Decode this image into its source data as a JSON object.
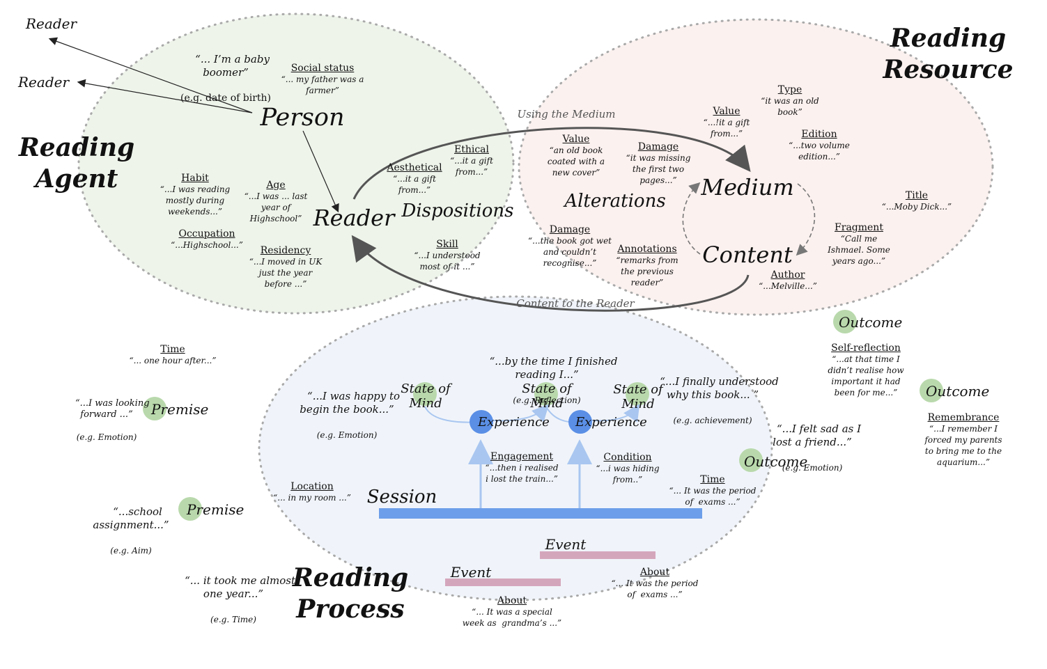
{
  "titles": {
    "agent": "Reading\nAgent",
    "resource": "Reading\nResource",
    "process": "Reading\nProcess"
  },
  "agent": {
    "reader_top1": "Reader",
    "reader_top2": "Reader",
    "person": "Person",
    "reader": "Reader",
    "dispositions": "Dispositions",
    "baby_boomer": {
      "quote": "“... I’m a baby\nboomer”",
      "note": "(e.g. date of birth)"
    },
    "social_status": {
      "header": "Social status",
      "example": "“... my father was a\nfarmer”"
    },
    "habit": {
      "header": "Habit",
      "example": "“...I was reading\nmostly during\nweekends...”"
    },
    "age": {
      "header": "Age",
      "example": "“...I was ... last\nyear of\nHighschool”"
    },
    "occupation": {
      "header": "Occupation",
      "example": "“...Highschool...”"
    },
    "residency": {
      "header": "Residency",
      "example": "“...I moved in UK\njust the year\nbefore ...”"
    },
    "aesthetical": {
      "header": "Aesthetical",
      "example": "“...it a gift\nfrom...”"
    },
    "ethical": {
      "header": "Ethical",
      "example": "“...it a gift\nfrom...”"
    },
    "skill": {
      "header": "Skill",
      "example": "“...I understood\nmost of it ...”"
    }
  },
  "resource": {
    "medium": "Medium",
    "content": "Content",
    "alterations": "Alterations",
    "type": {
      "header": "Type",
      "example": "“it was an old\nbook”"
    },
    "value_top": {
      "header": "Value",
      "example": "“...!it a gift\nfrom...”"
    },
    "edition": {
      "header": "Edition",
      "example": "“...two volume\nedition...”"
    },
    "value": {
      "header": "Value",
      "example": "“an old book\ncoated with a\nnew cover”"
    },
    "damage_top": {
      "header": "Damage",
      "example": "“it was missing\nthe first two\npages...”"
    },
    "title": {
      "header": "Title",
      "example": "“...Moby Dick...”"
    },
    "fragment": {
      "header": "Fragment",
      "example": "“Call me\nIshmael. Some\nyears ago...”"
    },
    "damage": {
      "header": "Damage",
      "example": "“...the book got wet\nand couldn’t\nrecognise...”"
    },
    "annotations": {
      "header": "Annotations",
      "example": "“remarks from\nthe previous\nreader”"
    },
    "author": {
      "header": "Author",
      "example": "“...Melville...”"
    }
  },
  "arrows": {
    "using_medium": "Using the Medium",
    "content_to_reader": "Content to the Reader"
  },
  "process": {
    "session": "Session",
    "experience1": "Experience",
    "experience2": "Experience",
    "som1": "State of\nMind",
    "som2": "State of\nMind",
    "som3": "State of\nMind",
    "q_happy": {
      "quote": "“...I was happy to\nbegin the book...”",
      "note": "(e.g. Emotion)"
    },
    "q_finished": {
      "quote": "“...by the time I finished\nreading I...”",
      "note": "(e.g. Reflection)"
    },
    "q_finally": {
      "quote": "“...I finally understood\nwhy this book... ”",
      "note": "(e.g. achievement)"
    },
    "engagement": {
      "header": "Engagement",
      "example": "“...then i realised\ni lost the train...”"
    },
    "condition": {
      "header": "Condition",
      "example": "“...i was hiding\nfrom..”"
    },
    "location": {
      "header": "Location",
      "example": "“... in my room ...”"
    },
    "time_session": {
      "header": "Time",
      "example": "“... It was the period\nof  exams ...”"
    },
    "event1": "Event",
    "event2": "Event",
    "about1": {
      "header": "About",
      "example": "“... It was the period\nof  exams ...”"
    },
    "about2": {
      "header": "About",
      "example": "“... It was a special\nweek as  grandma’s ...”"
    }
  },
  "outside": {
    "time": {
      "header": "Time",
      "example": "“... one hour after...”"
    },
    "premise1": "Premise",
    "premise1_q": {
      "quote": "“...I was looking\nforward ...”",
      "note": "(e.g. Emotion)"
    },
    "premise2": "Premise",
    "premise2_q": {
      "quote": "“...school\nassignment...”",
      "note": "(e.g. Aim)"
    },
    "year_q": {
      "quote": "“... it took me almost\none year...”",
      "note": "(e.g. Time)"
    },
    "outcome1": "Outcome",
    "outcome1_q": {
      "quote": "“...I felt sad as I\nlost a friend...”",
      "note": "(e.g. Emotion)"
    },
    "outcome2": "Outcome",
    "self_reflection": {
      "header": "Self-reflection",
      "example": "“...at that time I\ndidn’t realise how\nimportant it had\nbeen for me...”"
    },
    "outcome3": "Outcome",
    "remembrance": {
      "header": "Remembrance",
      "example": "“...I remember I\nforced my parents\nto bring me to the\naquarium...”"
    }
  },
  "colors": {
    "agent_fill": "#eef4ea",
    "resource_fill": "#fbf1ef",
    "process_fill": "#eef3fa",
    "dots": "#a9a9a9",
    "outcome_circle": "#b9d9ac",
    "experience_circle": "#5b8fe6",
    "session_bar": "#6d9ee9",
    "event_bar": "#d4a6bc",
    "flow_arrow": "#555555"
  }
}
